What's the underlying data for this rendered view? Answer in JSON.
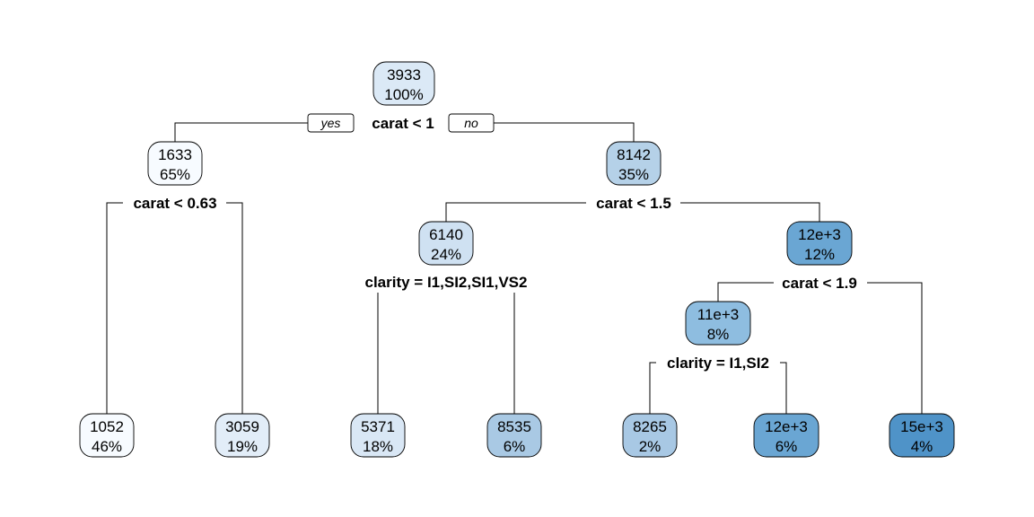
{
  "tree": {
    "nodes": {
      "root": {
        "value": "3933",
        "percent": "100%",
        "fill": "#dbe9f6"
      },
      "n2": {
        "value": "1633",
        "percent": "65%",
        "fill": "#f7fbff"
      },
      "n3": {
        "value": "8142",
        "percent": "35%",
        "fill": "#b5d1e8"
      },
      "n4": {
        "value": "1052",
        "percent": "46%",
        "fill": "#f7fbff"
      },
      "n5": {
        "value": "3059",
        "percent": "19%",
        "fill": "#e2edf8"
      },
      "n6": {
        "value": "6140",
        "percent": "24%",
        "fill": "#cfe1f2"
      },
      "n7": {
        "value": "12e+3",
        "percent": "12%",
        "fill": "#6aa6d3"
      },
      "n12": {
        "value": "5371",
        "percent": "18%",
        "fill": "#d9e7f5"
      },
      "n13": {
        "value": "8535",
        "percent": "6%",
        "fill": "#a9c9e4"
      },
      "n14": {
        "value": "11e+3",
        "percent": "8%",
        "fill": "#8ebde0"
      },
      "n15": {
        "value": "15e+3",
        "percent": "4%",
        "fill": "#4f93c8"
      },
      "n28": {
        "value": "8265",
        "percent": "2%",
        "fill": "#a8c8e4"
      },
      "n29": {
        "value": "12e+3",
        "percent": "6%",
        "fill": "#6aa6d3"
      }
    },
    "splits": {
      "root": "carat < 1",
      "n2": "carat < 0.63",
      "n3": "carat < 1.5",
      "n6": "clarity = I1,SI2,SI1,VS2",
      "n7": "carat < 1.9",
      "n14": "clarity = I1,SI2"
    },
    "branch_labels": {
      "yes": "yes",
      "no": "no"
    }
  }
}
